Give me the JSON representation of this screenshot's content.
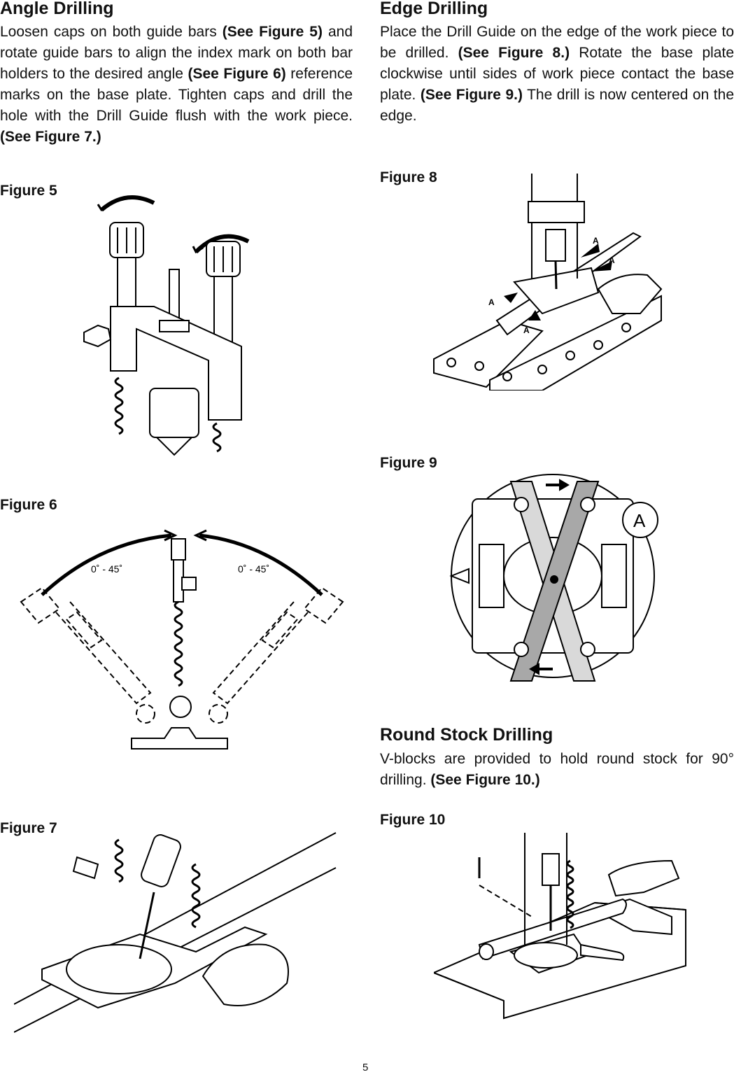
{
  "angle": {
    "heading": "Angle Drilling",
    "parts": [
      "Loosen caps on both guide bars ",
      "(See Figure 5)",
      " and rotate guide bars to align the index mark on both bar holders to the desired angle ",
      "(See Figure 6)",
      " reference marks on the base plate. Tighten caps and drill the hole with the Drill Guide flush with the work piece. ",
      "(See Figure 7.)"
    ]
  },
  "edge": {
    "heading": "Edge Drilling",
    "parts": [
      "Place the Drill Guide on the edge of the work piece to be drilled. ",
      "(See Figure 8.)",
      " Rotate the base plate clockwise until sides of work piece contact the base plate. ",
      "(See Figure 9.)",
      " The drill is now centered on the edge."
    ]
  },
  "round": {
    "heading": "Round Stock Drilling",
    "parts": [
      "V-blocks are provided to hold round stock for 90° drilling. ",
      "(See Figure 10.)"
    ]
  },
  "figures": {
    "f5": "Figure 5",
    "f6": "Figure 6",
    "f7": "Figure 7",
    "f8": "Figure 8",
    "f9": "Figure 9",
    "f10": "Figure 10"
  },
  "fig6_angle_left": "0˚ - 45˚",
  "fig6_angle_right": "0˚ - 45˚",
  "fig8_label": "A",
  "fig9_label": "A",
  "page_number": "5"
}
